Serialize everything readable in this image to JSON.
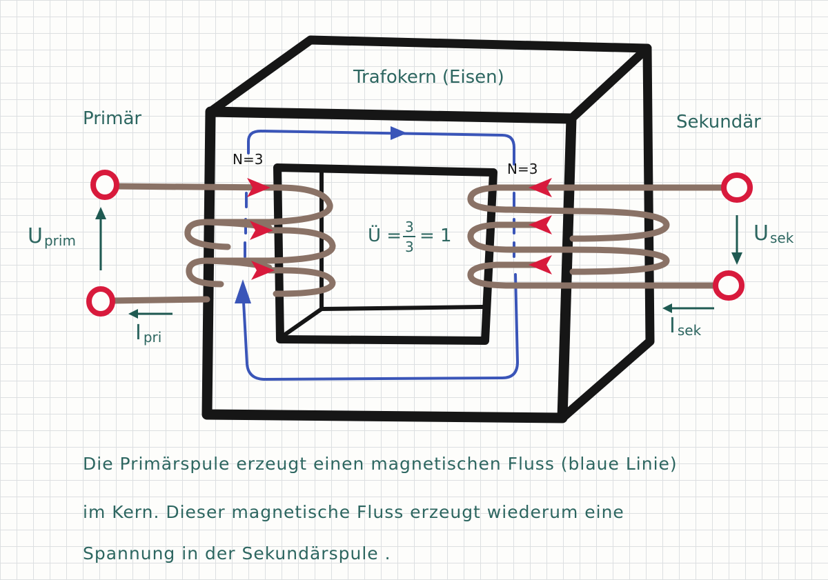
{
  "title": "Trafokern (Eisen)",
  "primary": {
    "label": "Primär",
    "turns": "N=3",
    "voltage": {
      "symbol": "U",
      "sub": "prim"
    },
    "current": {
      "symbol": "I",
      "sub": "pri"
    }
  },
  "secondary": {
    "label": "Sekundär",
    "turns": "N=3",
    "voltage": {
      "symbol": "U",
      "sub": "sek"
    },
    "current": {
      "symbol": "I",
      "sub": "sek"
    }
  },
  "ratio": {
    "prefix": "Ü =",
    "num": "3",
    "den": "3",
    "result": "= 1"
  },
  "caption": {
    "line1": "Die Primärspule erzeugt einen magnetischen Fluss (blaue Linie)",
    "line2": "im Kern. Dieser magnetische Fluss erzeugt wiederum eine",
    "line3": "Spannung in der Sekundärspule ."
  },
  "colors": {
    "ink": "#161616",
    "text": "#2d6660",
    "flux": "#3a55b8",
    "wire": "#8a7266",
    "terminal": "#d81a3c",
    "arrow": "#1f5a52"
  }
}
